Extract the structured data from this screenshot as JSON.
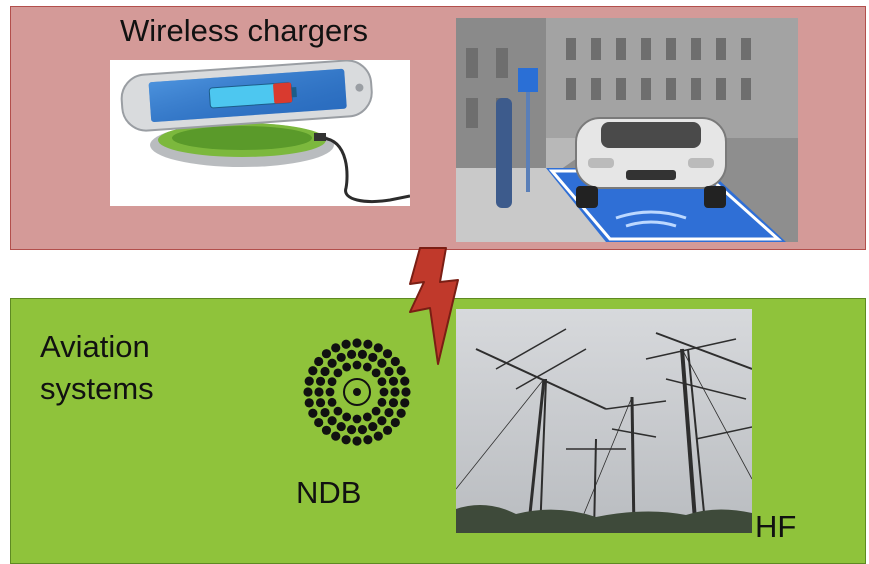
{
  "top_panel": {
    "title": "Wireless chargers"
  },
  "bottom_panel": {
    "title_line1": "Aviation",
    "title_line2": "systems",
    "ndb_label": "NDB",
    "hf_label": "HF"
  },
  "colors": {
    "top_panel_bg": "#d49a98",
    "bottom_panel_bg": "#8fc33b",
    "lightning_fill": "#c0392b"
  }
}
